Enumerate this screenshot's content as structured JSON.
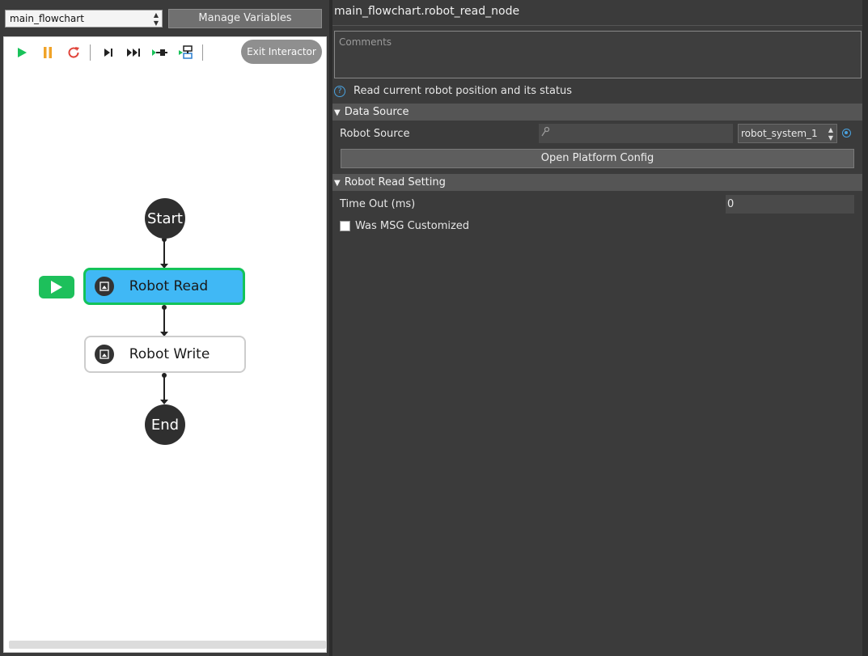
{
  "left": {
    "flowchart_select": "main_flowchart",
    "manage_variables": "Manage Variables",
    "exit_interactor": "Exit Interactor",
    "nodes": {
      "start": "Start",
      "robot_read": "Robot Read",
      "robot_write": "Robot Write",
      "end": "End"
    },
    "toolbar_icons": [
      "play-icon",
      "pause-icon",
      "reload-icon",
      "step-icon",
      "step-all-icon",
      "run-to-icon",
      "debug-icon"
    ]
  },
  "right": {
    "node_title": "main_flowchart.robot_read_node",
    "comments_placeholder": "Comments",
    "description": "Read current robot position and its status",
    "section_data_source": "Data Source",
    "robot_source_label": "Robot Source",
    "robot_source_value": "",
    "robot_source_select": "robot_system_1",
    "open_platform_config": "Open Platform Config",
    "section_read_setting": "Robot Read Setting",
    "timeout_label": "Time Out (ms)",
    "timeout_value": "0",
    "msg_customized_label": "Was MSG Customized"
  },
  "colors": {
    "active_node": "#40b8f5",
    "active_border": "#13c35a",
    "accent": "#4aa3e0"
  }
}
